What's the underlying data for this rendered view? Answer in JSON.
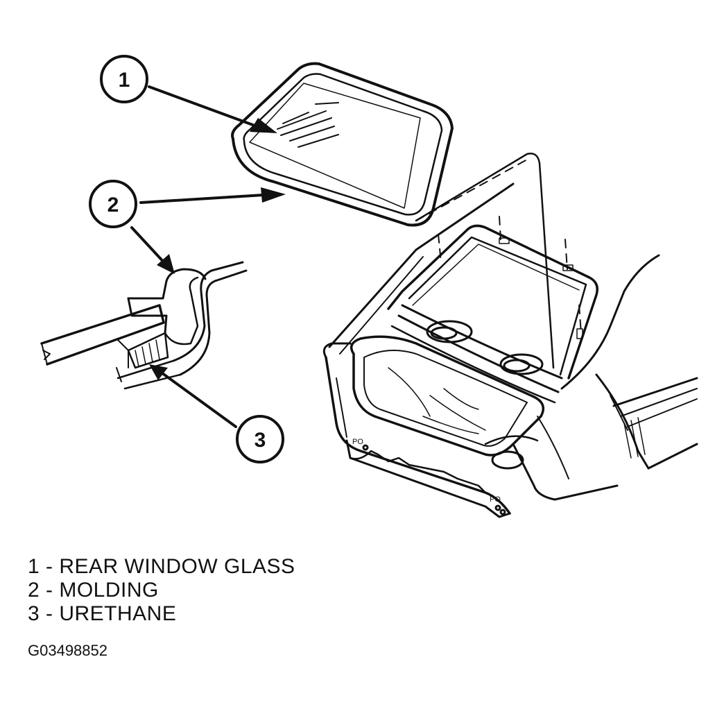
{
  "callouts": [
    {
      "number": "1",
      "name": "REAR WINDOW GLASS"
    },
    {
      "number": "2",
      "name": "MOLDING"
    },
    {
      "number": "3",
      "name": "URETHANE"
    }
  ],
  "legend": [
    "1 - REAR WINDOW GLASS",
    "2 - MOLDING",
    "3 - URETHANE"
  ],
  "figure_id": "G03498852",
  "colors": {
    "ink": "#111111",
    "paper": "#ffffff"
  }
}
